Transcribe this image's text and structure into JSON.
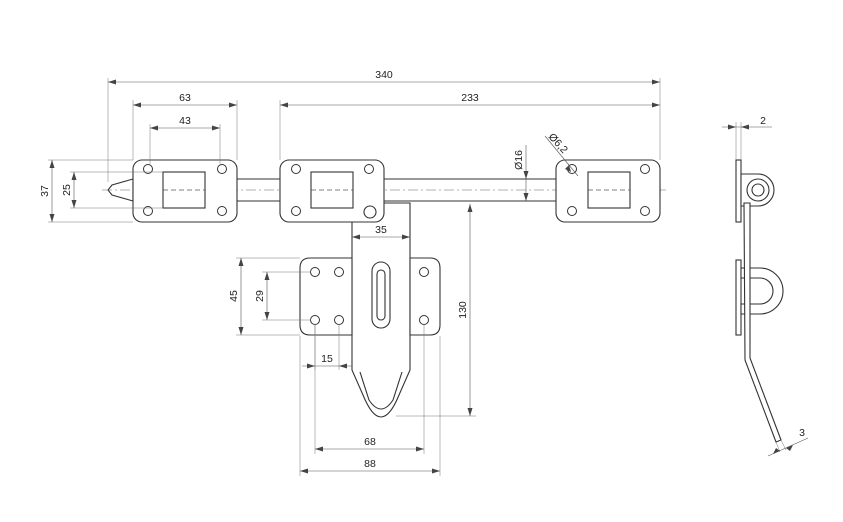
{
  "dimensions": {
    "overall_length": "340",
    "plate_hole_span": "63",
    "plate_inner_span": "43",
    "bar_span": "233",
    "plate_height_outer": "37",
    "plate_height_inner": "25",
    "rod_diameter": "Ø16",
    "hole_diameter": "Ø6,2",
    "hasp_width": "35",
    "lower_plate_height": "45",
    "lower_hole_span_vertical": "29",
    "hasp_length": "130",
    "hole_offset": "15",
    "lower_hole_span_horizontal": "68",
    "lower_plate_width": "88",
    "plate_thickness": "2",
    "hasp_thickness": "3"
  }
}
